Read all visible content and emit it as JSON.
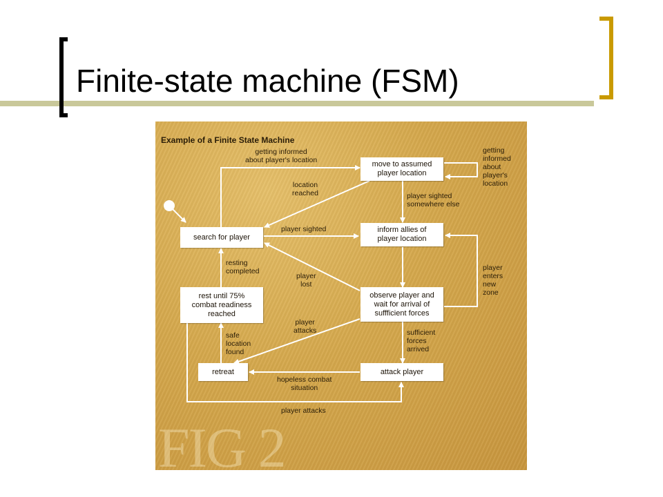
{
  "slide": {
    "title": "Finite-state machine (FSM)"
  },
  "figure": {
    "heading": "Example of a Finite State Machine",
    "stamp": "FIG 2",
    "states": {
      "move": "move to assumed\nplayer location",
      "search": "search for player",
      "inform": "inform allies of\nplayer location",
      "rest": "rest until 75%\ncombat readiness\nreached",
      "observe": "observe player and\nwait for arrival of\nsuffficient forces",
      "retreat": "retreat",
      "attack": "attack player"
    },
    "transitions": {
      "getting_informed_top": "getting informed\nabout player's location",
      "getting_informed_side": "getting\ninformed\nabout\nplayer's\nlocation",
      "location_reached": "location\nreached",
      "player_sighted_elsewhere": "player sighted\nsomewhere else",
      "player_sighted": "player sighted",
      "resting_completed": "resting\ncompleted",
      "player_lost": "player\nlost",
      "player_enters_zone": "player\nenters\nnew\nzone",
      "player_attacks_mid": "player\nattacks",
      "safe_location": "safe\nlocation\nfound",
      "sufficient_forces": "sufficient\nforces\narrived",
      "hopeless": "hopeless combat\nsituation",
      "player_attacks_bottom": "player attacks"
    }
  }
}
